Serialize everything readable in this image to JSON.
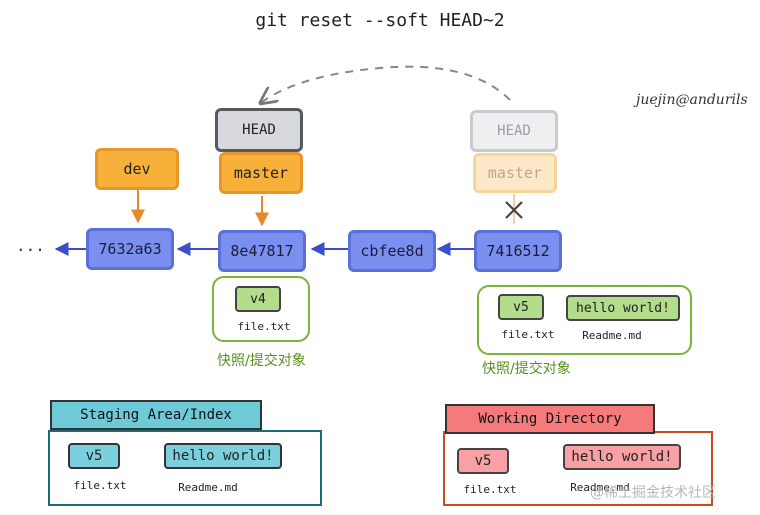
{
  "title": "git reset --soft HEAD~2",
  "signature": "juejin@andurils",
  "ellipsis": "...",
  "refs": {
    "dev": "dev",
    "head": "HEAD",
    "master": "master",
    "head_old": "HEAD",
    "master_old": "master"
  },
  "commits": [
    "7632a63",
    "8e47817",
    "cbfee8d",
    "7416512"
  ],
  "snapshot_left": {
    "chip": "v4",
    "file": "file.txt",
    "caption": "快照/提交对象"
  },
  "snapshot_right": {
    "chip1": "v5",
    "file1": "file.txt",
    "chip2": "hello world!",
    "file2": "Readme.md",
    "caption": "快照/提交对象"
  },
  "staging": {
    "header": "Staging Area/Index",
    "chip1": "v5",
    "file1": "file.txt",
    "chip2": "hello world!",
    "file2": "Readme.md"
  },
  "working": {
    "header": "Working Directory",
    "chip1": "v5",
    "file1": "file.txt",
    "chip2": "hello world!",
    "file2": "Readme.md"
  },
  "watermark": "@稀土掘金技术社区",
  "colors": {
    "commit": "#7b8ff0",
    "branch": "#f7b13b",
    "head": "#d7d9dc",
    "snapshot_border": "#7bb33a",
    "staging": "#6fcad8",
    "working": "#f57a7c",
    "arrow_orange": "#e8862c",
    "arrow_blue": "#3b4fc9"
  }
}
